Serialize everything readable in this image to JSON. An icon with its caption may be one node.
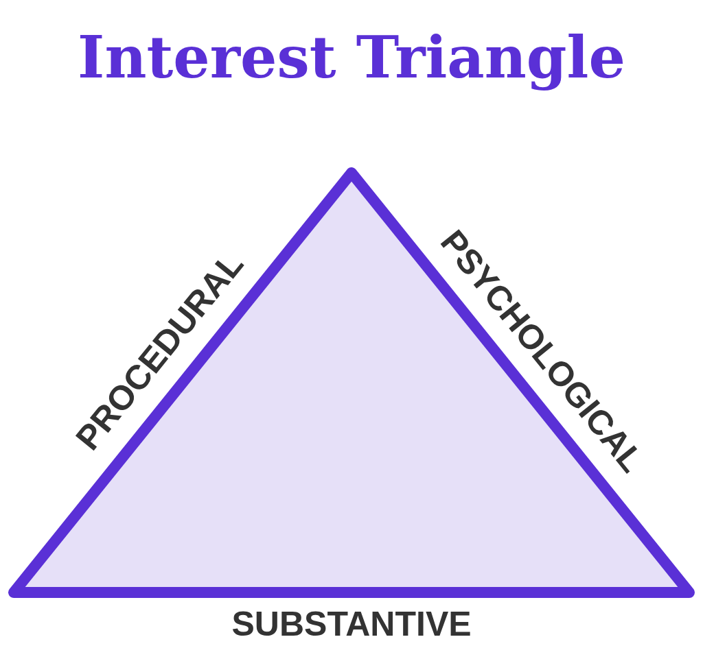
{
  "diagram": {
    "title": "Interest Triangle",
    "nodes": [
      {
        "text": [],
        "shape": "triangle"
      }
    ],
    "edges": [],
    "labels": [
      "PROCEDURAL",
      "PSYCHOLOGICAL",
      "SUBSTANTIVE"
    ]
  }
}
